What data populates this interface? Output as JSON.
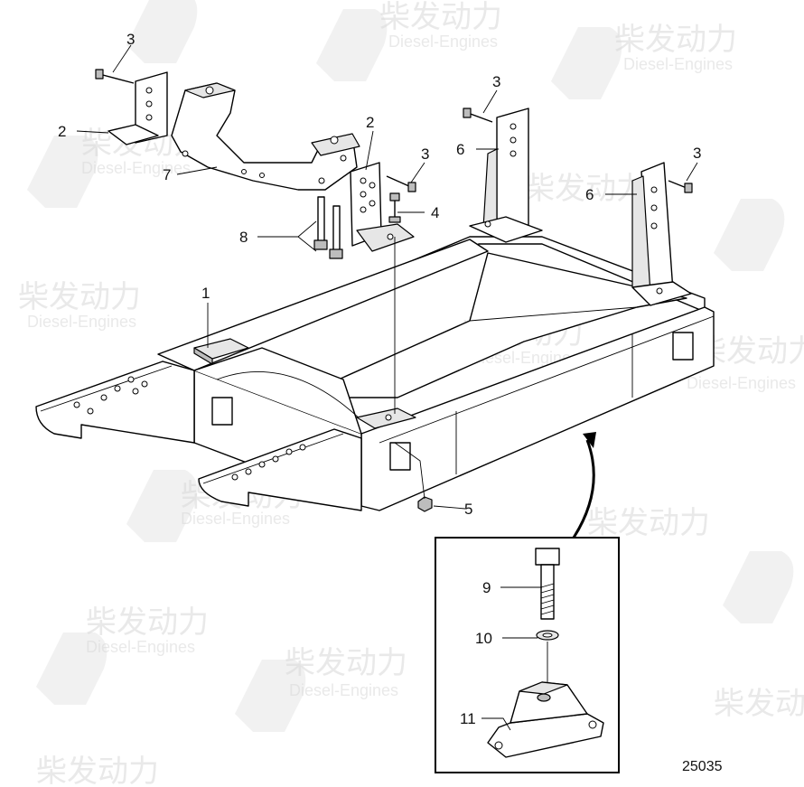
{
  "figure_number": "25035",
  "watermark": {
    "brand_cn": "柴发动力",
    "brand_en": "Diesel-Engines"
  },
  "callouts": {
    "c1": "1",
    "c2a": "2",
    "c2b": "2",
    "c3a": "3",
    "c3b": "3",
    "c3c": "3",
    "c3d": "3",
    "c4": "4",
    "c5": "5",
    "c6a": "6",
    "c6b": "6",
    "c7": "7",
    "c8": "8",
    "c9": "9",
    "c10": "10",
    "c11": "11"
  }
}
